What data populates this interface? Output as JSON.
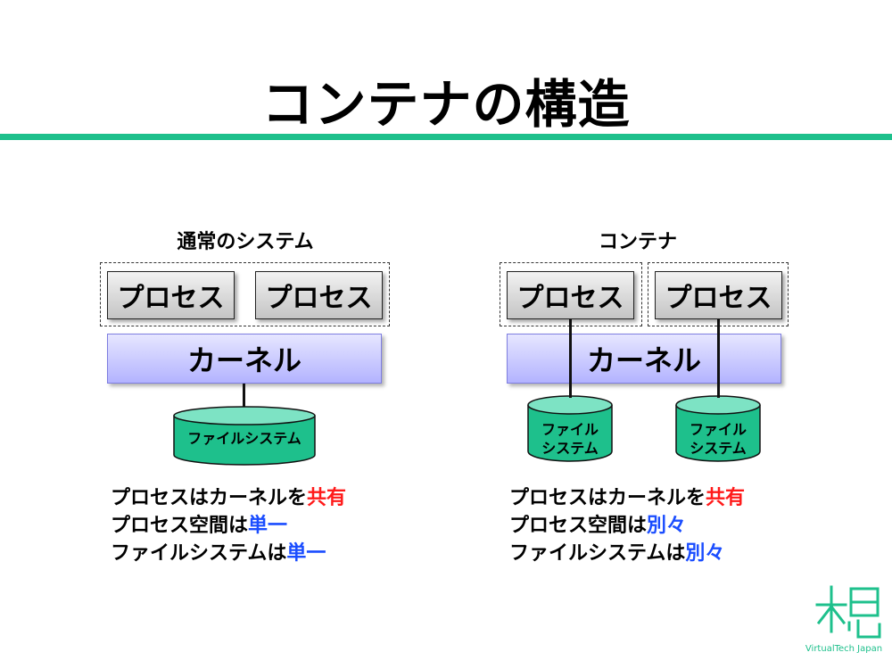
{
  "title": "コンテナの構造",
  "left": {
    "heading": "通常のシステム",
    "process1": "プロセス",
    "process2": "プロセス",
    "kernel": "カーネル",
    "filesystem": "ファイルシステム",
    "statements": [
      {
        "prefix": "プロセスはカーネルを",
        "emph": "共有",
        "color": "red"
      },
      {
        "prefix": "プロセス空間は",
        "emph": "単一",
        "color": "blue"
      },
      {
        "prefix": "ファイルシステムは",
        "emph": "単一",
        "color": "blue"
      }
    ]
  },
  "right": {
    "heading": "コンテナ",
    "process1": "プロセス",
    "process2": "プロセス",
    "kernel": "カーネル",
    "fs1_line1": "ファイル",
    "fs1_line2": "システム",
    "fs2_line1": "ファイル",
    "fs2_line2": "システム",
    "statements": [
      {
        "prefix": "プロセスはカーネルを",
        "emph": "共有",
        "color": "red"
      },
      {
        "prefix": "プロセス空間は",
        "emph": "別々",
        "color": "blue"
      },
      {
        "prefix": "ファイルシステムは",
        "emph": "別々",
        "color": "blue"
      }
    ]
  },
  "logo": {
    "text": "VirtualTech Japan",
    "accent_color": "#1ec08c"
  },
  "colors": {
    "accent": "#1ec08c",
    "kernel_fill": "#b3b3ff",
    "cylinder_fill": "#1ec08c",
    "emph_red": "#ff1a1a",
    "emph_blue": "#1a4dff"
  }
}
